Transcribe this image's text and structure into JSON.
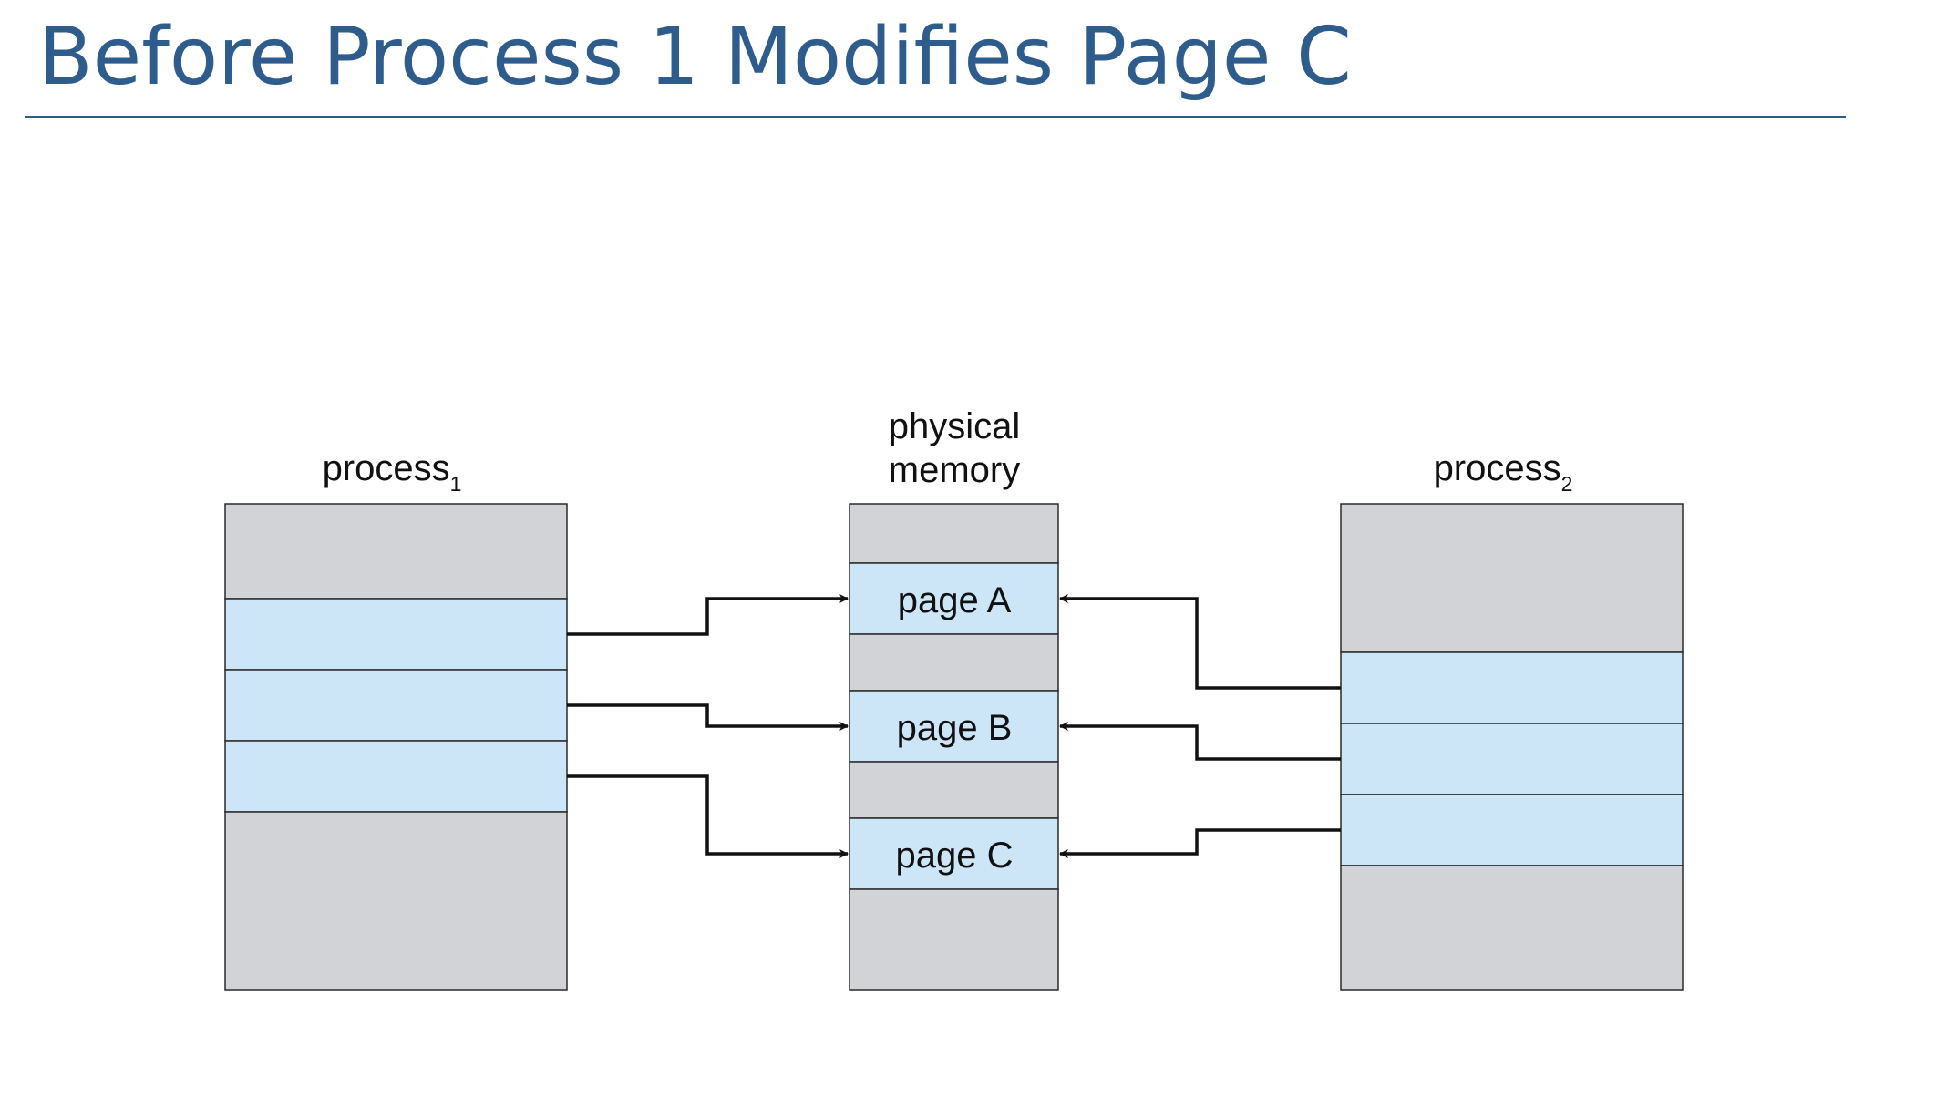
{
  "title": "Before Process 1 Modifies Page C",
  "colors": {
    "title": "#2e5c8c",
    "rule": "#2e5c8c",
    "unused_block": "#d1d3d6",
    "used_block": "#cce6f7",
    "block_border": "#2a2a2a",
    "arrow": "#111111"
  },
  "diagram": {
    "process1": {
      "label": "process",
      "subscript": "1"
    },
    "physical_memory": {
      "label_line1": "physical",
      "label_line2": "memory",
      "pages": [
        {
          "label": "page A"
        },
        {
          "label": "page B"
        },
        {
          "label": "page C"
        }
      ]
    },
    "process2": {
      "label": "process",
      "subscript": "2"
    },
    "mappings": [
      {
        "from": "process1",
        "to_page": "page A"
      },
      {
        "from": "process1",
        "to_page": "page B"
      },
      {
        "from": "process1",
        "to_page": "page C"
      },
      {
        "from": "process2",
        "to_page": "page A"
      },
      {
        "from": "process2",
        "to_page": "page B"
      },
      {
        "from": "process2",
        "to_page": "page C"
      }
    ]
  }
}
